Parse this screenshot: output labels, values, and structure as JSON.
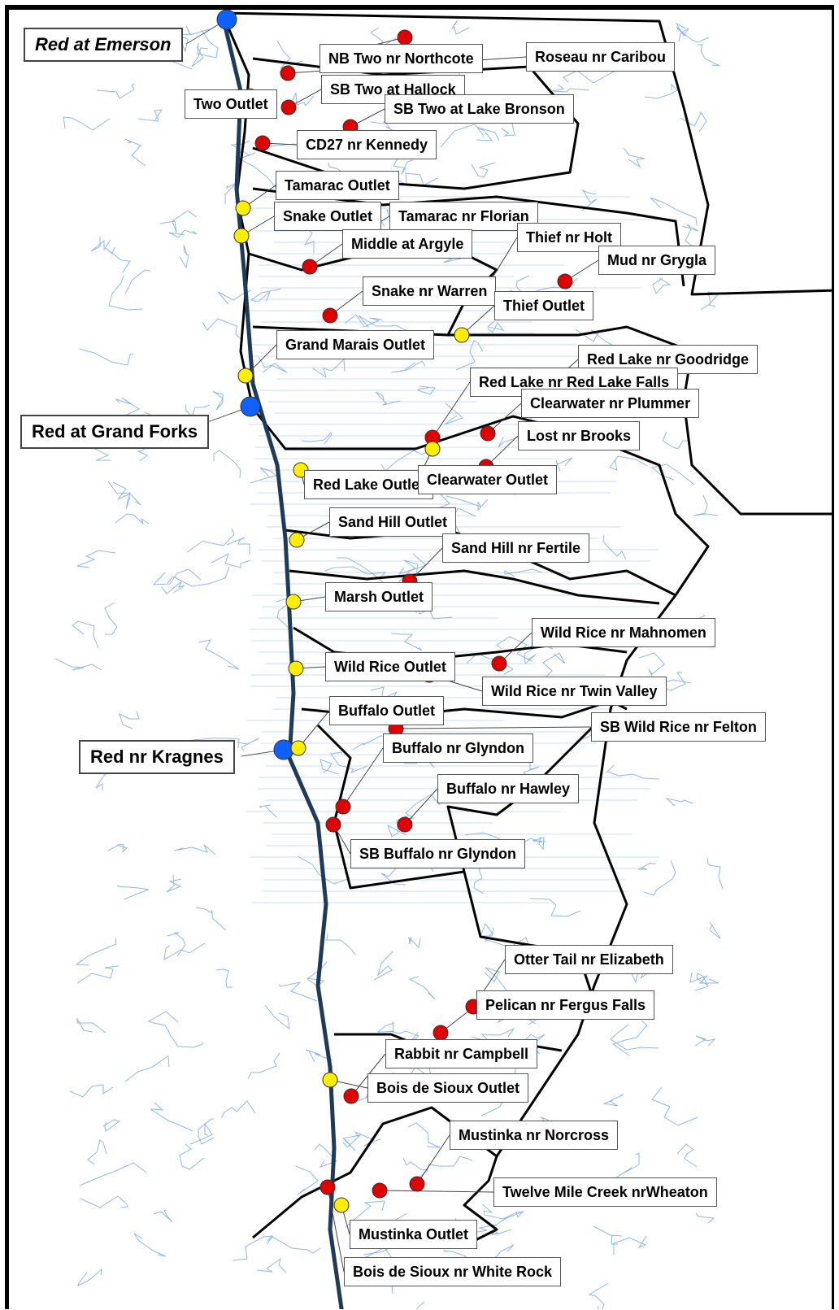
{
  "colors": {
    "river": "#6fa8e8",
    "boundary": "#000000",
    "main_river": "#1f3b5a",
    "station_red": "#e00000",
    "station_yellow": "#ffee00",
    "station_blue": "#1060ff"
  },
  "main_stations": [
    {
      "id": "red-emerson",
      "label": "Red at Emerson",
      "italic": true
    },
    {
      "id": "red-grand-forks",
      "label": "Red at Grand Forks",
      "italic": false
    },
    {
      "id": "red-kragnes",
      "label": "Red nr Kragnes",
      "italic": false
    }
  ],
  "stations": [
    {
      "label": "NB Two nr Northcote",
      "color": "red"
    },
    {
      "label": "Roseau nr Caribou",
      "color": "red"
    },
    {
      "label": "Two Outlet",
      "color": "yellow"
    },
    {
      "label": "SB Two at Hallock",
      "color": "red"
    },
    {
      "label": "SB Two at Lake Bronson",
      "color": "red"
    },
    {
      "label": "CD27 nr Kennedy",
      "color": "red"
    },
    {
      "label": "Tamarac Outlet",
      "color": "yellow"
    },
    {
      "label": "Snake Outlet",
      "color": "yellow"
    },
    {
      "label": "Tamarac nr Florian",
      "color": "red"
    },
    {
      "label": "Middle at Argyle",
      "color": "red"
    },
    {
      "label": "Thief nr Holt",
      "color": "red"
    },
    {
      "label": "Mud nr Grygla",
      "color": "red"
    },
    {
      "label": "Snake nr Warren",
      "color": "red"
    },
    {
      "label": "Thief Outlet",
      "color": "yellow"
    },
    {
      "label": "Grand Marais Outlet",
      "color": "yellow"
    },
    {
      "label": "Red Lake nr Goodridge",
      "color": "red"
    },
    {
      "label": "Red Lake nr Red Lake Falls",
      "color": "red"
    },
    {
      "label": "Clearwater nr Plummer",
      "color": "red"
    },
    {
      "label": "Lost nr Brooks",
      "color": "red"
    },
    {
      "label": "Red Lake Outlet",
      "color": "yellow"
    },
    {
      "label": "Clearwater Outlet",
      "color": "yellow"
    },
    {
      "label": "Sand Hill Outlet",
      "color": "yellow"
    },
    {
      "label": "Sand Hill nr Fertile",
      "color": "red"
    },
    {
      "label": "Marsh Outlet",
      "color": "yellow"
    },
    {
      "label": "Wild Rice nr Mahnomen",
      "color": "red"
    },
    {
      "label": "Wild Rice Outlet",
      "color": "yellow"
    },
    {
      "label": "Wild Rice nr Twin Valley",
      "color": "red"
    },
    {
      "label": "Buffalo Outlet",
      "color": "yellow"
    },
    {
      "label": "SB Wild Rice nr Felton",
      "color": "red"
    },
    {
      "label": "Buffalo nr Glyndon",
      "color": "red"
    },
    {
      "label": "Buffalo nr Hawley",
      "color": "red"
    },
    {
      "label": "SB Buffalo nr Glyndon",
      "color": "red"
    },
    {
      "label": "Otter Tail nr Elizabeth",
      "color": "red"
    },
    {
      "label": "Pelican nr Fergus Falls",
      "color": "red"
    },
    {
      "label": "Rabbit nr Campbell",
      "color": "red"
    },
    {
      "label": "Bois de Sioux Outlet",
      "color": "yellow"
    },
    {
      "label": "Mustinka nr Norcross",
      "color": "red"
    },
    {
      "label": "Twelve Mile Creek nrWheaton",
      "color": "red"
    },
    {
      "label": "Mustinka Outlet",
      "color": "yellow"
    },
    {
      "label": "Bois de Sioux nr White Rock",
      "color": "red"
    }
  ]
}
